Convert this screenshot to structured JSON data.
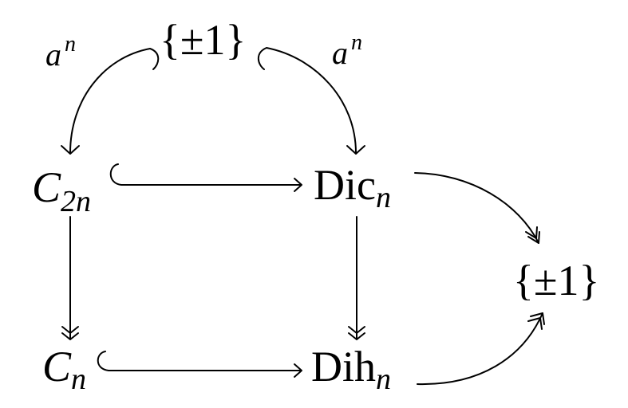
{
  "nodes": {
    "top_pm1": {
      "text": "{±1}"
    },
    "c2n": {
      "base": "C",
      "sub": "2n"
    },
    "dicn": {
      "base": "Dic",
      "sub": "n"
    },
    "right_pm1": {
      "text": "{±1}"
    },
    "cn": {
      "base": "C",
      "sub": "n"
    },
    "dihn": {
      "base": "Dih",
      "sub": "n"
    }
  },
  "labels": {
    "left_curve": {
      "base": "a",
      "sup": "n"
    },
    "right_curve": {
      "base": "a",
      "sup": "n"
    }
  }
}
